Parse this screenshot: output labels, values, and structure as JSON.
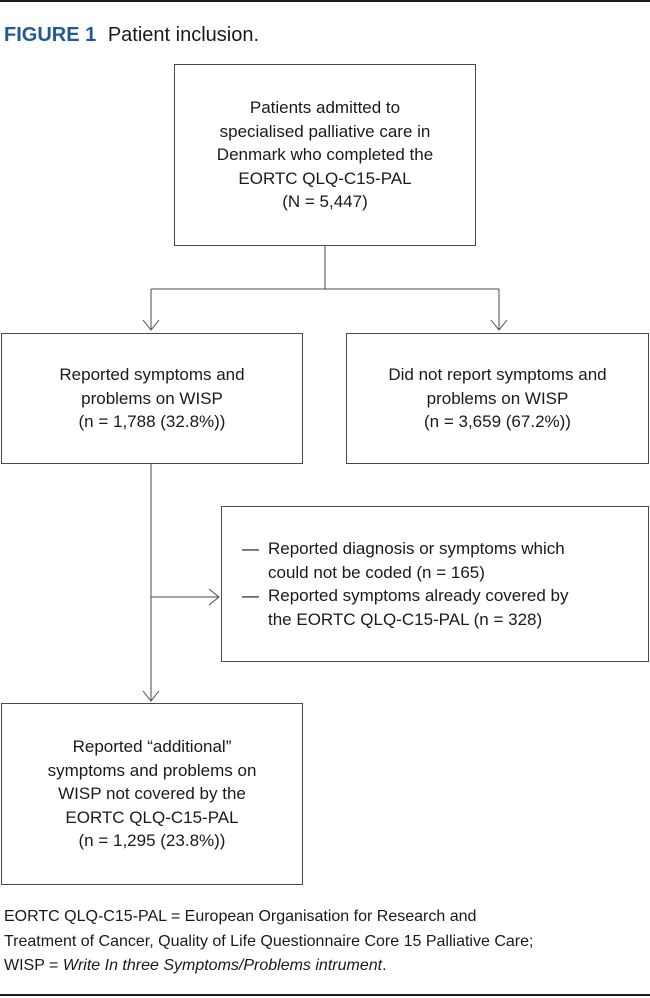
{
  "figure": {
    "label": "FIGURE 1",
    "title": "Patient inclusion."
  },
  "boxes": {
    "top": {
      "lines": [
        "Patients admitted to",
        "specialised palliative care in",
        "Denmark who completed the",
        "EORTC QLQ-C15-PAL",
        "(N = 5,447)"
      ]
    },
    "left": {
      "lines": [
        "Reported symptoms and",
        "problems on WISP",
        "(n = 1,788 (32.8%))"
      ]
    },
    "right": {
      "lines": [
        "Did not report symptoms and",
        "problems on WISP",
        "(n = 3,659 (67.2%))"
      ]
    },
    "exclusion": {
      "items": [
        {
          "dash": "—",
          "lines": [
            "Reported diagnosis or symptoms which",
            "could not be coded (n = 165)"
          ]
        },
        {
          "dash": "—",
          "lines": [
            "Reported symptoms already covered by",
            "the EORTC QLQ-C15-PAL (n = 328)"
          ]
        }
      ]
    },
    "bottom": {
      "lines": [
        "Reported “additional”",
        "symptoms and problems on",
        "WISP not covered by the",
        "EORTC QLQ-C15-PAL",
        "(n = 1,295 (23.8%))"
      ]
    }
  },
  "footnote": {
    "line1": "EORTC QLQ-C15-PAL = European Organisation for Research and",
    "line2": "Treatment of Cancer, Quality of Life Questionnaire Core 15 Palliative Care;",
    "line3_prefix": "WISP = ",
    "line3_italic": "Write In three Symptoms/Problems intrument",
    "line3_suffix": "."
  },
  "colors": {
    "figure_label": "#1f5a96",
    "lines": "#4a4a4a",
    "rules": "#1a1a1a"
  }
}
